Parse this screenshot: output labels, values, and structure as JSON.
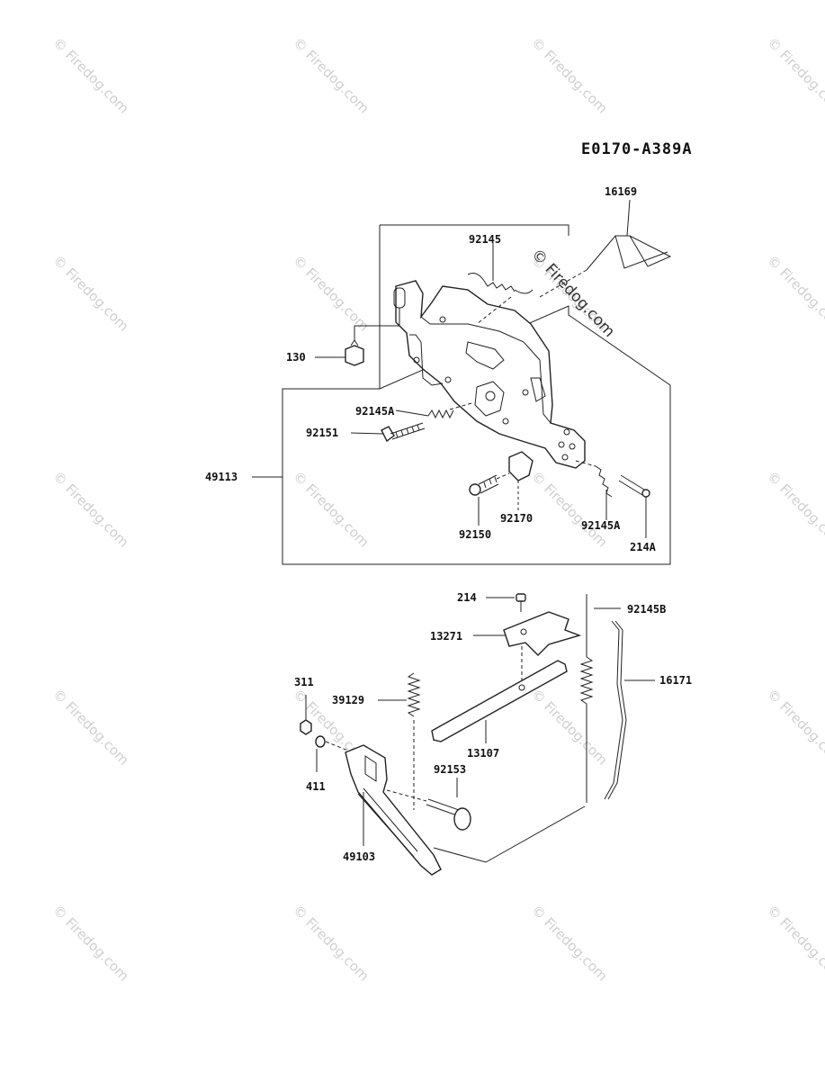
{
  "diagram": {
    "code": "E0170-A389A",
    "watermark": "© Firedog.com",
    "watermark_short": "©",
    "watermark_name": "Firedog.com",
    "parts": [
      {
        "id": "16169",
        "label": "16169"
      },
      {
        "id": "92145",
        "label": "92145"
      },
      {
        "id": "130",
        "label": "130"
      },
      {
        "id": "92145A-a",
        "label": "92145A"
      },
      {
        "id": "92151",
        "label": "92151"
      },
      {
        "id": "49113",
        "label": "49113"
      },
      {
        "id": "92150",
        "label": "92150"
      },
      {
        "id": "92170",
        "label": "92170"
      },
      {
        "id": "92145A-b",
        "label": "92145A"
      },
      {
        "id": "214A",
        "label": "214A"
      },
      {
        "id": "214",
        "label": "214"
      },
      {
        "id": "92145B",
        "label": "92145B"
      },
      {
        "id": "13271",
        "label": "13271"
      },
      {
        "id": "16171",
        "label": "16171"
      },
      {
        "id": "311",
        "label": "311"
      },
      {
        "id": "39129",
        "label": "39129"
      },
      {
        "id": "13107",
        "label": "13107"
      },
      {
        "id": "92153",
        "label": "92153"
      },
      {
        "id": "411",
        "label": "411"
      },
      {
        "id": "49103",
        "label": "49103"
      }
    ]
  }
}
